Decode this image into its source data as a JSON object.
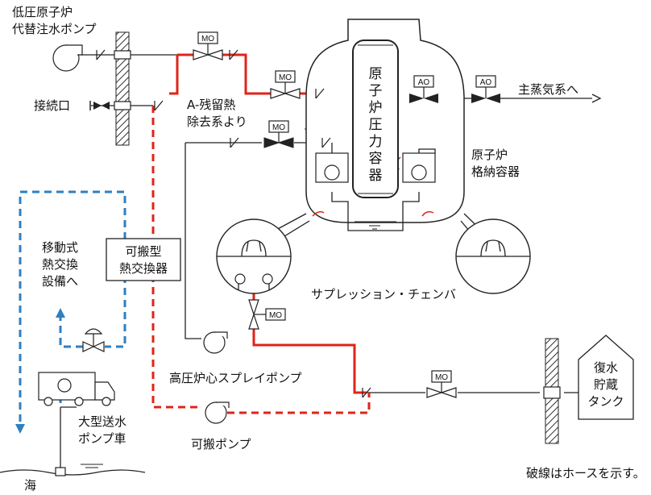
{
  "labels": {
    "lp_pump": "低圧原子炉",
    "lp_pump_2": "代替注水ポンプ",
    "connection_port": "接続口",
    "rhr_a": "A-残留熱",
    "rhr_a_2": "除去系より",
    "main_steam": "主蒸気系へ",
    "pcv": "原子炉",
    "pcv_2": "格納容器",
    "rpv": [
      "原",
      "子",
      "炉",
      "圧",
      "力",
      "容",
      "器"
    ],
    "mobile_hx": "移動式",
    "mobile_hx_2": "熱交換",
    "mobile_hx_3": "設備へ",
    "portable_hx": "可搬型",
    "portable_hx_2": "熱交換器",
    "suppression_chamber": "サプレッション・チェンバ",
    "hpcs_pump": "高圧炉心スプレイポンプ",
    "truck": "大型送水",
    "truck_2": "ポンプ車",
    "portable_pump": "可搬ポンプ",
    "cst": "復水",
    "cst_2": "貯蔵",
    "cst_3": "タンク",
    "sea": "海",
    "note": "破線はホースを示す。"
  },
  "valve_tags": {
    "mo": "MO",
    "ao": "AO"
  },
  "colors": {
    "injection_line": "#e0231a",
    "seawater_line": "#2f7fc1",
    "line": "#222222"
  }
}
